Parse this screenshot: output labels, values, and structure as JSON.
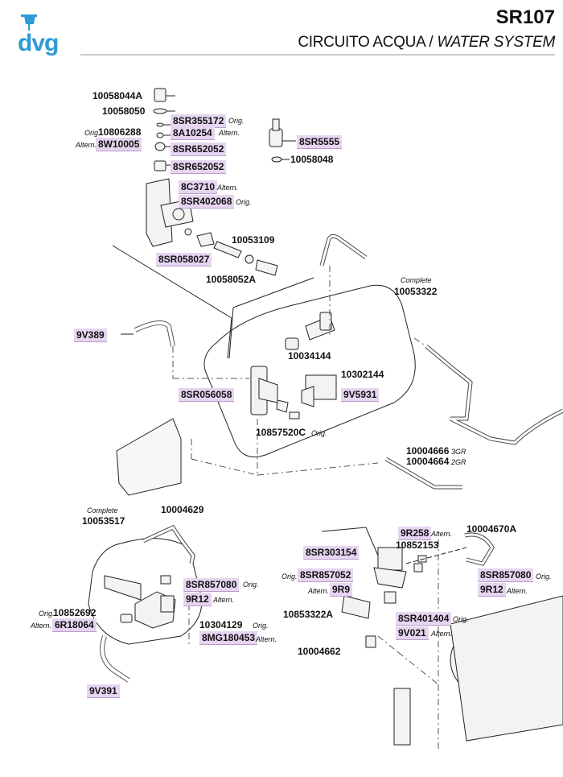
{
  "header": {
    "model": "SR107",
    "title_it": "CIRCUITO ACQUA",
    "title_sep": " / ",
    "title_en": "WATER SYSTEM",
    "brand": "dvg",
    "brand_color": "#2e9bd6"
  },
  "highlight_color": "#e6d5f0",
  "parts": {
    "p10058044A": "10058044A",
    "p10058050": "10058050",
    "p8SR355172": "8SR355172",
    "p8A10254": "8A10254",
    "p10806288": "10806288",
    "p8W10005": "8W10005",
    "p8SR652052a": "8SR652052",
    "p8SR652052b": "8SR652052",
    "p8SR5555": "8SR5555",
    "p10058048": "10058048",
    "p8C3710": "8C3710",
    "p8SR402068": "8SR402068",
    "p10053109": "10053109",
    "p8SR058027": "8SR058027",
    "p10058052A": "10058052A",
    "p10053322": "10053322",
    "p9V389": "9V389",
    "p10034144": "10034144",
    "p10302144": "10302144",
    "p8SR056058": "8SR056058",
    "p9V5931": "9V5931",
    "p10857520C": "10857520C",
    "p10004666": "10004666",
    "p10004664": "10004664",
    "p10004629": "10004629",
    "p10053517": "10053517",
    "p8SR857080a": "8SR857080",
    "p9R12a": "9R12",
    "p10852692": "10852692",
    "p6R18064": "6R18064",
    "p10304129": "10304129",
    "p8MG180453": "8MG180453",
    "p9V391": "9V391",
    "p10004670A": "10004670A",
    "p9R258": "9R258",
    "p8SR303154": "8SR303154",
    "p10852153": "10852153",
    "p8SR857052": "8SR857052",
    "p9R9": "9R9",
    "p8SR857080b": "8SR857080",
    "p9R12b": "9R12",
    "p10853322A": "10853322A",
    "p8SR401404": "8SR401404",
    "p9V021": "9V021",
    "p10004662": "10004662"
  },
  "notes": {
    "orig": "Orig.",
    "altern": "Altern.",
    "complete": "Complete",
    "gr3": "3GR",
    "gr2": "2GR"
  },
  "icons": [
    "dvg-logo-icon",
    "coffee-cup-icon"
  ]
}
